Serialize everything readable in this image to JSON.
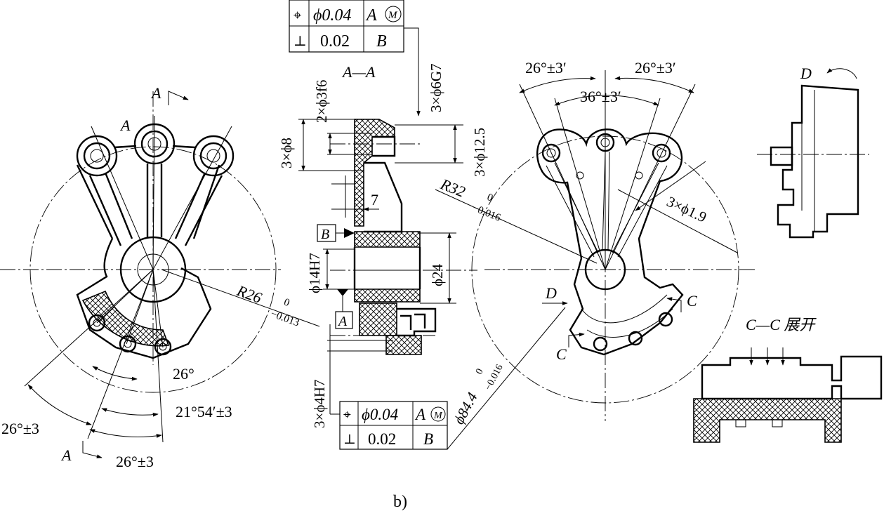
{
  "caption": "b)",
  "fcf_top": {
    "row1": {
      "symbol": "⌖",
      "tol": "ϕ0.04",
      "datum": "A",
      "modifier": "M"
    },
    "row2": {
      "symbol": "⊥",
      "tol": "0.02",
      "datum": "B"
    }
  },
  "fcf_bottom": {
    "row1": {
      "symbol": "⌖",
      "tol": "ϕ0.04",
      "datum": "A",
      "modifier": "M"
    },
    "row2": {
      "symbol": "⊥",
      "tol": "0.02",
      "datum": "B"
    }
  },
  "left_view": {
    "section_mark": "A",
    "section_mark_2": "A",
    "section_mark_3": "A",
    "radius": "R26",
    "radius_tol_upper": "0",
    "radius_tol_lower": "−0.013",
    "ang_26": "26°",
    "ang_21": "21°54′±3",
    "ang_26a": "26°±3",
    "ang_26b": "26°±3"
  },
  "section_view": {
    "title": "A—A",
    "d_3f6": "2×ϕ3f6",
    "d_6g7": "3×ϕ6G7",
    "d_8": "3×ϕ8",
    "d_12_5": "3×ϕ12.5",
    "dim_7": "7",
    "d_14h7": "ϕ14H7",
    "d_24": "ϕ24",
    "d_4h7": "3×ϕ4H7",
    "datum_a": "A",
    "datum_b": "B"
  },
  "right_view": {
    "ang_26l": "26°±3′",
    "ang_26r": "26°±3′",
    "ang_36": "36°±3′",
    "radius": "R32",
    "radius_tol_upper": "0",
    "radius_tol_lower": "−0.016",
    "d_1_9": "3×ϕ1.9",
    "d_84": "ϕ84.4",
    "d_84_tol_upper": "0",
    "d_84_tol_lower": "−0.016",
    "mark_d": "D",
    "mark_c1": "C",
    "mark_c2": "C"
  },
  "side_view": {
    "mark_d": "D"
  },
  "unfold_view": {
    "title": "C—C 展开"
  }
}
